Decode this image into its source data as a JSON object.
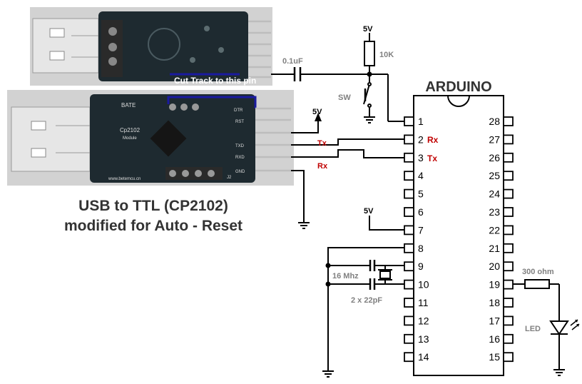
{
  "colors": {
    "wire": "#000000",
    "signal_label": "#c00000",
    "component_label": "#808080",
    "cut_track": "#1a1aa0",
    "board_dark": "#1e2a30",
    "photo_bg": "#cfcfcf"
  },
  "photos": {
    "top_board_caption": "Cut Track to this pin",
    "bottom_board_brand": "BATE",
    "bottom_board_model": "Cp2102",
    "bottom_board_model_sub": "Module",
    "bottom_board_url": "www.betemcu.cn",
    "bottom_board_pins": [
      "DTR",
      "RST",
      "TXD",
      "RXD",
      "GND"
    ],
    "bottom_board_header": "J2"
  },
  "caption": {
    "line1": "USB to TTL (CP2102)",
    "line2": "modified for Auto - Reset"
  },
  "chip": {
    "title": "ARDUINO",
    "left_pins": [
      "1",
      "2",
      "3",
      "4",
      "5",
      "6",
      "7",
      "8",
      "9",
      "10",
      "11",
      "12",
      "13",
      "14"
    ],
    "right_pins": [
      "28",
      "27",
      "26",
      "25",
      "24",
      "23",
      "22",
      "21",
      "20",
      "19",
      "18",
      "17",
      "16",
      "15"
    ],
    "pin2_signal": "Rx",
    "pin3_signal": "Tx"
  },
  "labels": {
    "cap_top": "0.1uF",
    "vcc_top": "5V",
    "resistor_top": "10K",
    "switch": "SW",
    "vcc_usb": "5V",
    "tx_usb": "Tx",
    "rx_usb": "Rx",
    "vcc_pin7": "5V",
    "crystal": "16 Mhz",
    "caps_xtal": "2 x 22pF",
    "resistor_led": "300 ohm",
    "led": "LED"
  }
}
